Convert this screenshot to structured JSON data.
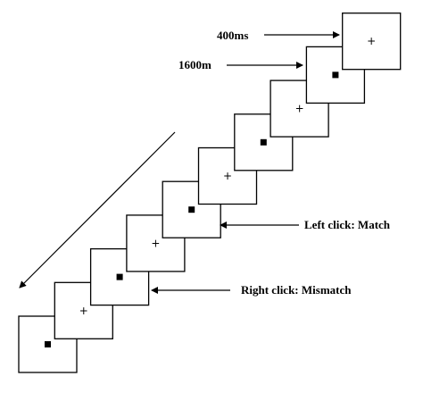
{
  "frames": [
    {
      "symbol": "square"
    },
    {
      "symbol": "cross"
    },
    {
      "symbol": "square"
    },
    {
      "symbol": "cross"
    },
    {
      "symbol": "square"
    },
    {
      "symbol": "cross"
    },
    {
      "symbol": "square"
    },
    {
      "symbol": "cross"
    },
    {
      "symbol": "square"
    },
    {
      "symbol": "cross"
    }
  ],
  "labels": {
    "duration_cross": "400ms",
    "duration_square": "1600m",
    "left_click": "Left click: Match",
    "right_click": "Right click: Mismatch"
  },
  "symbols": {
    "cross": "+"
  },
  "colors": {
    "stroke": "#000000",
    "background": "#ffffff"
  }
}
